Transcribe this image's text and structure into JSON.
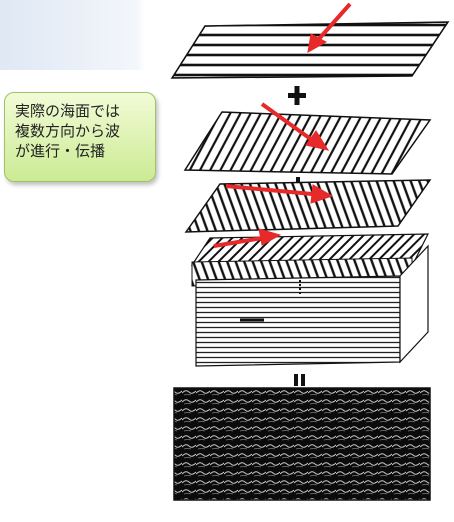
{
  "callout": {
    "lines": [
      "実際の海面では",
      "複数方向から波",
      "が進行・伝播"
    ]
  },
  "colors": {
    "arrow": "#e82929",
    "callout_top": "#f2fbd7",
    "callout_bottom": "#cbeb93",
    "ink": "#111111"
  },
  "icons": {
    "plus": "plus-icon",
    "equals": "equals-icon",
    "arrow": "red-arrow-icon"
  }
}
